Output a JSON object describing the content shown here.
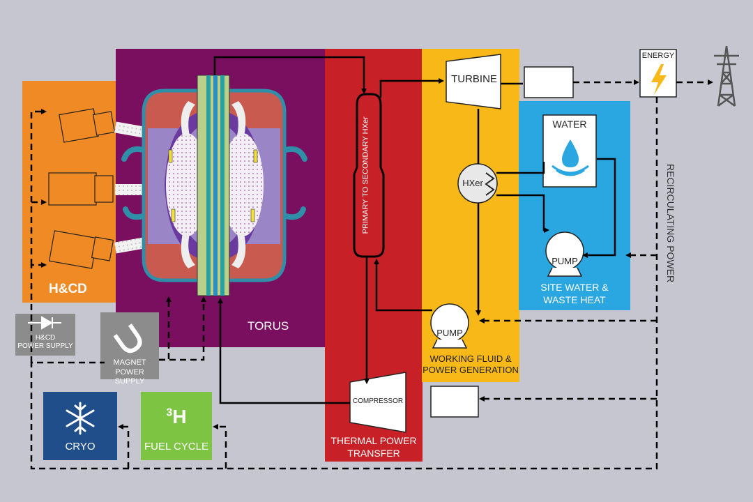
{
  "regions": {
    "hcd": "H&CD",
    "torus": "TORUS",
    "thermal": [
      "THERMAL POWER",
      "TRANSFER"
    ],
    "working": [
      "WORKING FLUID &",
      "POWER GENERATION"
    ],
    "site": [
      "SITE WATER &",
      "WASTE HEAT"
    ]
  },
  "components": {
    "turbine": "TURBINE",
    "energy": "ENERGY",
    "water": "WATER",
    "hxer": "HXer",
    "pump_site": "PUMP",
    "pump_working": "PUMP",
    "compressor": "COMPRESSOR",
    "primary_hx": "PRIMARY TO SECONDARY HXer",
    "recirculating": "RECIRCULATING POWER"
  },
  "power_supplies": {
    "hcd_ps": [
      "H&CD",
      "POWER SUPPLY"
    ],
    "magnet_ps": [
      "MAGNET",
      "POWER SUPPLY"
    ]
  },
  "systems": {
    "cryo": "CRYO",
    "fuel": "FUEL CYCLE",
    "tritium_sup": "3",
    "tritium_main": "H"
  },
  "colors": {
    "background": "#c6c6d0",
    "hcd": "#f08a24",
    "torus": "#7a0e5f",
    "thermal": "#c72127",
    "working": "#f8b818",
    "site": "#2aa7e0",
    "ps_gray": "#8c8c8c",
    "cryo": "#1f4e8a",
    "fuel": "#7dc443",
    "vessel": "#c95a50",
    "plasma": "#c8b4dc"
  }
}
